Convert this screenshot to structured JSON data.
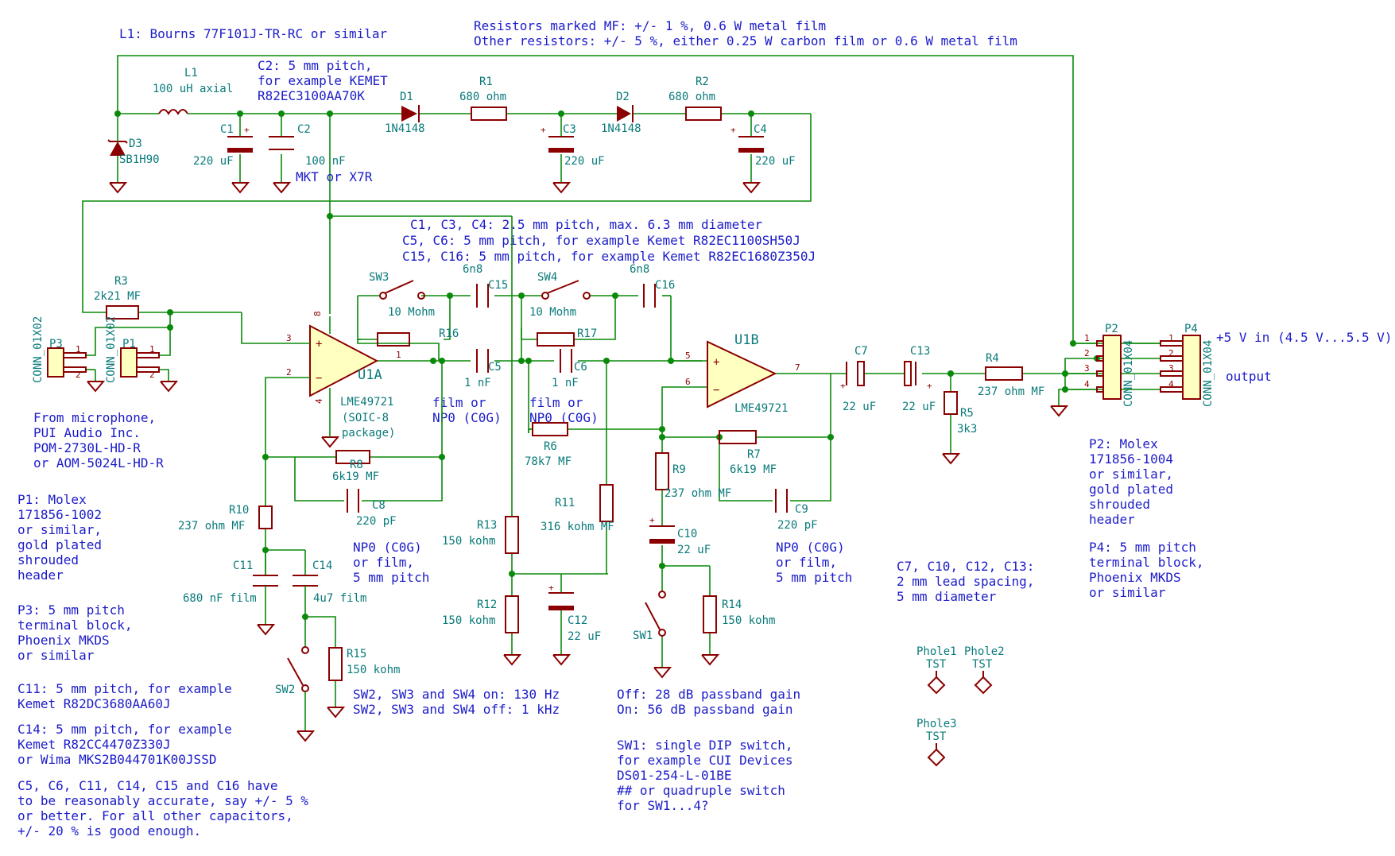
{
  "notes": {
    "l1": "L1: Bourns 77F101J-TR-RC or similar",
    "res1": "Resistors marked MF: +/- 1 %, 0.6 W metal film",
    "res2": "Other resistors: +/- 5 %, either 0.25 W carbon film or 0.6 W metal film",
    "c2a": "C2: 5 mm pitch,",
    "c2b": "for example KEMET",
    "c2c": "R82EC3100AA70K",
    "cap1": "C1, C3, C4: 2.5 mm pitch, max. 6.3 mm diameter",
    "cap2": "C5, C6: 5 mm pitch, for example Kemet R82EC1100SH50J",
    "cap3": "C15, C16: 5 mm pitch, for example Kemet R82EC1680Z350J",
    "mic": [
      "From microphone,",
      "PUI Audio Inc.",
      "POM-2730L-HD-R",
      "or AOM-5024L-HD-R"
    ],
    "p1": [
      "P1: Molex",
      "171856-1002",
      "or similar,",
      "gold plated",
      "shrouded",
      "header"
    ],
    "p3": [
      "P3: 5 mm pitch",
      "terminal block,",
      "Phoenix MKDS",
      "or similar"
    ],
    "c11": [
      "C11: 5 mm pitch, for example",
      "Kemet R82DC3680AA60J"
    ],
    "c14": [
      "C14: 5 mm pitch, for example",
      "Kemet R82CC4470Z330J",
      "or Wima MKS2B044701K00JSSD"
    ],
    "tol": [
      "C5, C6, C11, C14, C15 and C16 have",
      "to be reasonably accurate, say +/- 5 %",
      "or better. For all other capacitors,",
      "+/- 20 % is good enough."
    ],
    "sw234": [
      "SW2, SW3 and SW4 on: 130 Hz",
      "SW2, SW3 and SW4 off: 1 kHz"
    ],
    "gain": [
      "Off: 28 dB passband gain",
      "On: 56 dB passband gain"
    ],
    "sw1": [
      "SW1: single DIP switch,",
      "for example CUI Devices",
      "DS01-254-L-01BE",
      "## or quadruple switch",
      "for SW1...4?"
    ],
    "c7c13": [
      "C7, C10, C12, C13:",
      "2 mm lead spacing,",
      "5 mm diameter"
    ],
    "p2": [
      "P2: Molex",
      "171856-1004",
      "or similar,",
      "gold plated",
      "shrouded",
      "header"
    ],
    "p4": [
      "P4: 5 mm pitch",
      "terminal block,",
      "Phoenix MKDS",
      "or similar"
    ],
    "npo1": [
      "NP0 (C0G)",
      "or film,",
      "5 mm pitch"
    ],
    "npo2": [
      "NP0 (C0G)",
      "or film,",
      "5 mm pitch"
    ],
    "film1": [
      "film or",
      "NP0 (C0G)"
    ],
    "film2": [
      "film or",
      "NP0 (C0G)"
    ],
    "power_in": "+5 V in (4.5 V...5.5 V)",
    "output": "output",
    "soic": [
      "(SOIC-8",
      "package)"
    ]
  },
  "parts": {
    "L1": {
      "ref": "L1",
      "value": "100 uH axial"
    },
    "D3": {
      "ref": "D3",
      "value": "SB1H90"
    },
    "C1": {
      "ref": "C1",
      "value": "220 uF"
    },
    "C2": {
      "ref": "C2",
      "value": "100 nF",
      "extra": "MKT or X7R"
    },
    "D1": {
      "ref": "D1",
      "value": "1N4148"
    },
    "R1": {
      "ref": "R1",
      "value": "680 ohm"
    },
    "C3": {
      "ref": "C3",
      "value": "220 uF"
    },
    "D2": {
      "ref": "D2",
      "value": "1N4148"
    },
    "R2": {
      "ref": "R2",
      "value": "680 ohm"
    },
    "C4": {
      "ref": "C4",
      "value": "220 uF"
    },
    "R3": {
      "ref": "R3",
      "value": "2k21 MF"
    },
    "P3": {
      "ref": "P3",
      "value": "CONN_01X02"
    },
    "P1": {
      "ref": "P1",
      "value": "CONN_01X02"
    },
    "U1A": {
      "ref": "U1A",
      "value": "LME49721"
    },
    "U1B": {
      "ref": "U1B",
      "value": "LME49721"
    },
    "SW3": {
      "ref": "SW3"
    },
    "SW4": {
      "ref": "SW4"
    },
    "R16": {
      "ref": "R16",
      "value": "10 Mohm"
    },
    "R17": {
      "ref": "R17",
      "value": "10 Mohm"
    },
    "C15": {
      "ref": "C15",
      "value": "6n8"
    },
    "C16": {
      "ref": "C16",
      "value": "6n8"
    },
    "C5": {
      "ref": "C5",
      "value": "1 nF"
    },
    "C6": {
      "ref": "C6",
      "value": "1 nF"
    },
    "R8": {
      "ref": "R8",
      "value": "6k19 MF"
    },
    "C8": {
      "ref": "C8",
      "value": "220 pF"
    },
    "R6": {
      "ref": "R6",
      "value": "78k7 MF"
    },
    "R7": {
      "ref": "R7",
      "value": "6k19 MF"
    },
    "C9": {
      "ref": "C9",
      "value": "220 pF"
    },
    "R10": {
      "ref": "R10",
      "value": "237 ohm MF"
    },
    "C11": {
      "ref": "C11",
      "value": "680 nF film"
    },
    "C14": {
      "ref": "C14",
      "value": "4u7 film"
    },
    "R15": {
      "ref": "R15",
      "value": "150 kohm"
    },
    "SW2": {
      "ref": "SW2"
    },
    "R13": {
      "ref": "R13",
      "value": "150 kohm"
    },
    "R12": {
      "ref": "R12",
      "value": "150 kohm"
    },
    "R11": {
      "ref": "R11",
      "value": "316 kohm MF"
    },
    "C12": {
      "ref": "C12",
      "value": "22 uF"
    },
    "R9": {
      "ref": "R9",
      "value": "237 ohm MF"
    },
    "C10": {
      "ref": "C10",
      "value": "22 uF"
    },
    "SW1": {
      "ref": "SW1"
    },
    "R14": {
      "ref": "R14",
      "value": "150 kohm"
    },
    "C7": {
      "ref": "C7",
      "value": "22 uF"
    },
    "C13": {
      "ref": "C13",
      "value": "22 uF"
    },
    "R4": {
      "ref": "R4",
      "value": "237 ohm MF"
    },
    "R5": {
      "ref": "R5",
      "value": "3k3"
    },
    "P2": {
      "ref": "P2",
      "value": "CONN_01X04"
    },
    "P4": {
      "ref": "P4",
      "value": "CONN_01X04"
    },
    "Phole1": {
      "ref": "Phole1",
      "value": "TST"
    },
    "Phole2": {
      "ref": "Phole2",
      "value": "TST"
    },
    "Phole3": {
      "ref": "Phole3",
      "value": "TST"
    }
  },
  "pins": {
    "one": "1",
    "two": "2",
    "three": "3",
    "four": "4",
    "five": "5",
    "six": "6",
    "seven": "7",
    "eight": "8",
    "plus": "+",
    "minus": "−"
  }
}
